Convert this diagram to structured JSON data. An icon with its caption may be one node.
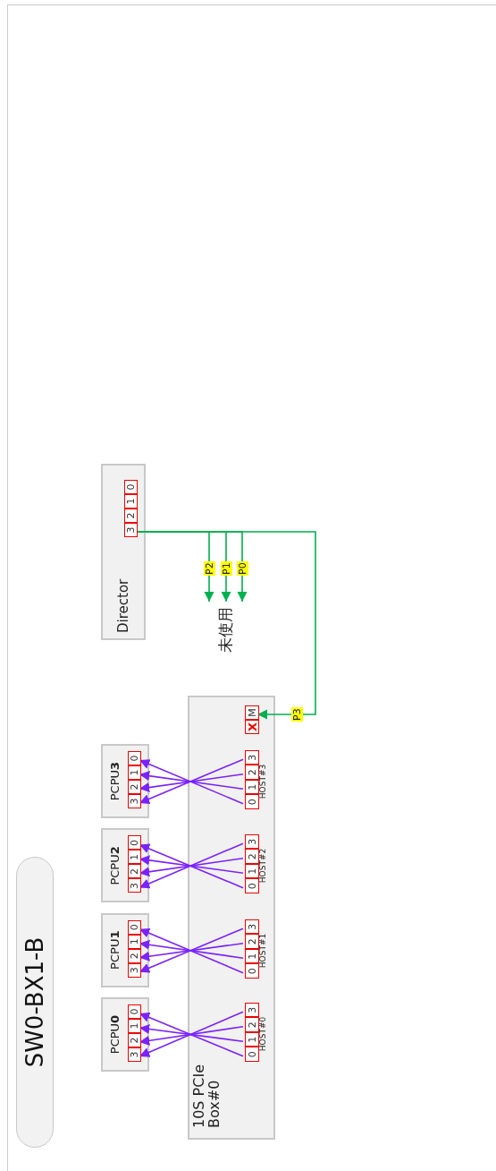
{
  "diagram": {
    "title": "SW0-BX1-B",
    "nodes": [
      {
        "text": [
          "PCPU**0**"
        ]
      },
      {
        "text": [
          "3"
        ],
        "in": 0
      },
      {
        "text": [
          "2"
        ],
        "in": 0
      },
      {
        "text": [
          "1"
        ],
        "in": 0
      },
      {
        "text": [
          "0"
        ],
        "in": 0
      },
      {
        "text": [
          "PCPU**1**"
        ]
      },
      {
        "text": [
          "3"
        ],
        "in": 5
      },
      {
        "text": [
          "2"
        ],
        "in": 5
      },
      {
        "text": [
          "1"
        ],
        "in": 5
      },
      {
        "text": [
          "0"
        ],
        "in": 5
      },
      {
        "text": [
          "PCPU**2**"
        ]
      },
      {
        "text": [
          "3"
        ],
        "in": 10
      },
      {
        "text": [
          "2"
        ],
        "in": 10
      },
      {
        "text": [
          "1"
        ],
        "in": 10
      },
      {
        "text": [
          "0"
        ],
        "in": 10
      },
      {
        "text": [
          "PCPU**3**"
        ]
      },
      {
        "text": [
          "3"
        ],
        "in": 15
      },
      {
        "text": [
          "2"
        ],
        "in": 15
      },
      {
        "text": [
          "1"
        ],
        "in": 15
      },
      {
        "text": [
          "0"
        ],
        "in": 15
      },
      {
        "text": [
          "Director"
        ]
      },
      {
        "text": [
          "3"
        ],
        "in": 20
      },
      {
        "text": [
          "2"
        ],
        "in": 20
      },
      {
        "text": [
          "1"
        ],
        "in": 20
      },
      {
        "text": [
          "0"
        ],
        "in": 20
      },
      {
        "text": [
          "10S PCIe Box#0"
        ]
      },
      {
        "text": [
          "0"
        ],
        "in": 25
      },
      {
        "text": [
          "1"
        ],
        "in": 25
      },
      {
        "text": [
          "2"
        ],
        "in": 25
      },
      {
        "text": [
          "3"
        ],
        "in": 25
      },
      {
        "text": [
          "0"
        ],
        "in": 25
      },
      {
        "text": [
          "1"
        ],
        "in": 25
      },
      {
        "text": [
          "2"
        ],
        "in": 25
      },
      {
        "text": [
          "3"
        ],
        "in": 25
      },
      {
        "text": [
          "0"
        ],
        "in": 25
      },
      {
        "text": [
          "1"
        ],
        "in": 25
      },
      {
        "text": [
          "2"
        ],
        "in": 25
      },
      {
        "text": [
          "3"
        ],
        "in": 25
      },
      {
        "text": [
          "0"
        ],
        "in": 25
      },
      {
        "text": [
          "1"
        ],
        "in": 25
      },
      {
        "text": [
          "2"
        ],
        "in": 25
      },
      {
        "text": [
          "3"
        ],
        "in": 25
      },
      {
        "text": [
          "X"
        ],
        "in": 25
      },
      {
        "text": [
          "M"
        ],
        "in": 25
      },
      {
        "text": [
          "未使用"
        ]
      }
    ],
    "edges": [
      {
        "from": 26,
        "to": 4,
        "arrow": "to"
      },
      {
        "from": 27,
        "to": 3,
        "arrow": "to"
      },
      {
        "from": 28,
        "to": 2,
        "arrow": "to"
      },
      {
        "from": 29,
        "to": 1,
        "arrow": "to"
      },
      {
        "from": 30,
        "to": 9,
        "arrow": "to"
      },
      {
        "from": 31,
        "to": 8,
        "arrow": "to"
      },
      {
        "from": 32,
        "to": 7,
        "arrow": "to"
      },
      {
        "from": 33,
        "to": 6,
        "arrow": "to"
      },
      {
        "from": 34,
        "to": 14,
        "arrow": "to"
      },
      {
        "from": 35,
        "to": 13,
        "arrow": "to"
      },
      {
        "from": 36,
        "to": 12,
        "arrow": "to"
      },
      {
        "from": 37,
        "to": 11,
        "arrow": "to"
      },
      {
        "from": 38,
        "to": 19,
        "arrow": "to"
      },
      {
        "from": 39,
        "to": 18,
        "arrow": "to"
      },
      {
        "from": 40,
        "to": 17,
        "arrow": "to"
      },
      {
        "from": 41,
        "to": 16,
        "arrow": "to"
      },
      {
        "from": 21,
        "to": 44,
        "arrow": "to",
        "label": "P2",
        "color": "#00b050"
      },
      {
        "from": 21,
        "to": 44,
        "arrow": "to",
        "label": "P1",
        "color": "#00b050"
      },
      {
        "from": 21,
        "to": 44,
        "arrow": "to",
        "label": "P0",
        "color": "#00b050"
      },
      {
        "from": 21,
        "to": 43,
        "arrow": "to",
        "label": "P3",
        "color": "#00b050"
      }
    ],
    "labels": [
      "HOST#0",
      "HOST#1",
      "HOST#2",
      "HOST#3"
    ]
  }
}
